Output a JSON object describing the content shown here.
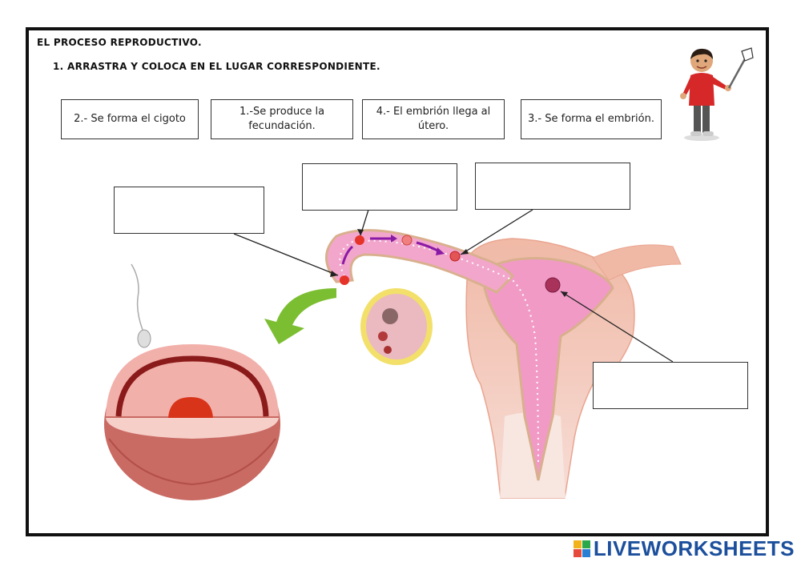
{
  "worksheet": {
    "title": "EL PROCESO REPRODUCTIVO.",
    "instruction": "1.  ARRASTRA Y COLOCA EN EL LUGAR CORRESPONDIENTE."
  },
  "cards": [
    {
      "id": "card-cigoto",
      "label": "2.- Se forma el cigoto"
    },
    {
      "id": "card-fecundacion",
      "label": "1.-Se produce la fecundación."
    },
    {
      "id": "card-embrion-utero",
      "label": "4.- El embrión llega al útero."
    },
    {
      "id": "card-embrion",
      "label": "3.- Se forma el embrión."
    }
  ],
  "footer": {
    "brand": "LIVEWORKSHEETS",
    "colors": {
      "brand": "#1c4f9c",
      "tile1": "#f2b21b",
      "tile2": "#2ba84a",
      "tile3": "#e64a3c",
      "tile4": "#2a7fd4"
    }
  }
}
